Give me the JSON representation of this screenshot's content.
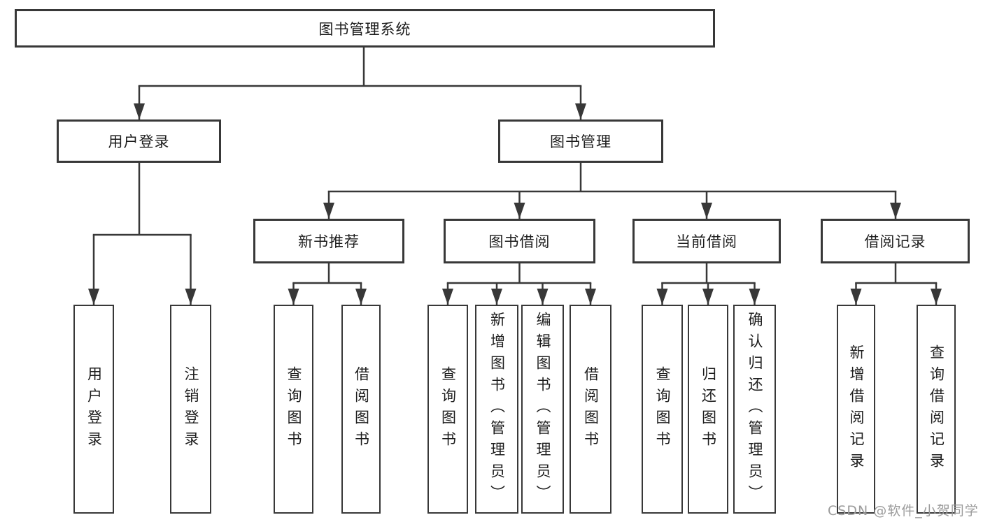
{
  "diagram_title": "图书管理系统",
  "tree": {
    "root": {
      "label": "图书管理系统"
    },
    "branches": [
      {
        "label": "用户登录",
        "leaves": [
          "用户登录",
          "注销登录"
        ]
      },
      {
        "label": "图书管理",
        "sections": [
          {
            "label": "新书推荐",
            "leaves": [
              "查询图书",
              "借阅图书"
            ]
          },
          {
            "label": "图书借阅",
            "leaves": [
              "查询图书",
              "新增图书（管理员）",
              "编辑图书（管理员）",
              "借阅图书"
            ]
          },
          {
            "label": "当前借阅",
            "leaves": [
              "查询图书",
              "归还图书",
              "确认归还（管理员）"
            ]
          },
          {
            "label": "借阅记录",
            "leaves": [
              "新增借阅记录",
              "查询借阅记录"
            ]
          }
        ]
      }
    ]
  },
  "watermark": {
    "text": "CSDN @软件_小贺同学",
    "color": "#9b9b9b"
  },
  "colors": {
    "line": "#383838",
    "box_border": "#383838",
    "text": "#1d1d1d",
    "watermark": "#9b9b9b",
    "background": "#ffffff"
  }
}
